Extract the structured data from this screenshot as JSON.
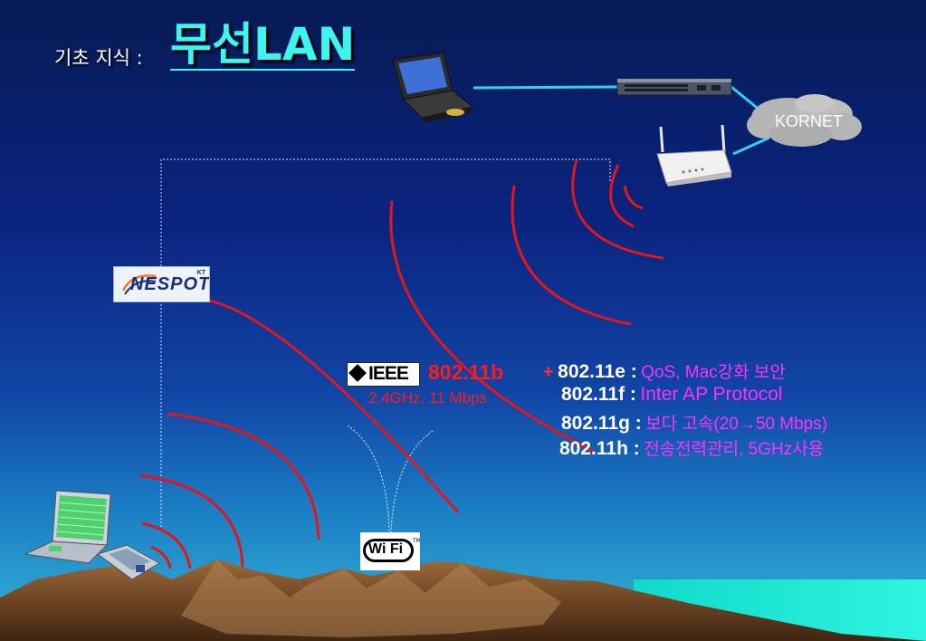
{
  "title": {
    "prefix": "기초 지식 :",
    "main": "무선LAN"
  },
  "network": {
    "cloud_label": "KORNET"
  },
  "logos": {
    "nespot": {
      "text": "NESPOT",
      "sup": "KT"
    },
    "ieee": {
      "text": "IEEE"
    },
    "wifi": {
      "text": "Wi Fi",
      "tm": "TM"
    }
  },
  "standard": {
    "name": "802.11b",
    "spec": "2.4GHz, 11 Mbps"
  },
  "extensions": {
    "prefix": "+",
    "items": [
      {
        "code": "802.11e :",
        "desc": "QoS, Mac강화 보안"
      },
      {
        "code": "802.11f :",
        "desc": "Inter AP Protocol"
      },
      {
        "code": "802.11g :",
        "desc": "보다 고속(20→50 Mbps)"
      },
      {
        "code": "802.11h :",
        "desc": "전송전력관리, 5GHz사용"
      }
    ]
  },
  "colors": {
    "title_accent": "#3cf5ee",
    "wave": "#e3161c",
    "link": "#2fd3ea",
    "ext_code": "#ffffff",
    "ext_desc": "#ff30ff",
    "standard": "#ff1a1a"
  },
  "icons": [
    "desktop-laptop-icon",
    "network-switch-icon",
    "kornet-cloud-icon",
    "wireless-router-icon",
    "client-laptop-icon",
    "pcmcia-card-icon",
    "mountain-icon"
  ]
}
